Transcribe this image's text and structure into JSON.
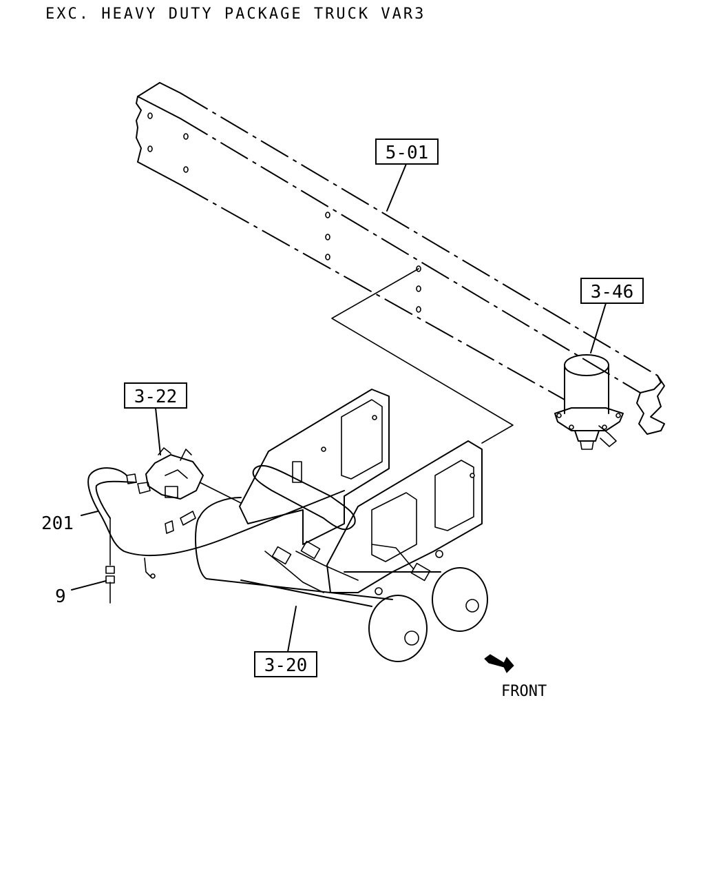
{
  "header": {
    "title": "EXC. HEAVY DUTY PACKAGE TRUCK VAR3"
  },
  "callouts": {
    "frame": "5-01",
    "dryer": "3-46",
    "valve": "3-22",
    "tanks": "3-20",
    "harness": "201",
    "clip": "9"
  },
  "direction": {
    "label": "FRONT",
    "icon": "front-arrow-icon"
  }
}
